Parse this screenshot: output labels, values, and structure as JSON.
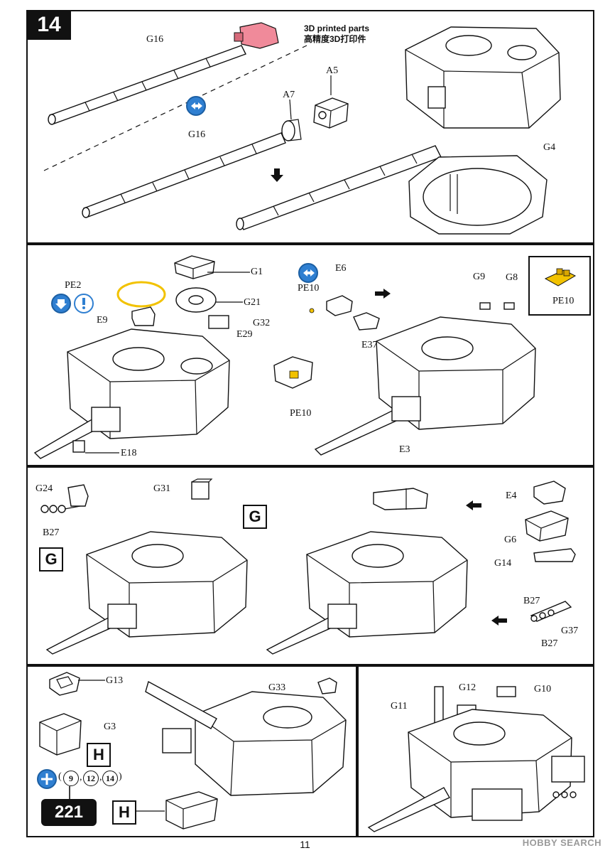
{
  "step": {
    "number": "14"
  },
  "print_note": {
    "line1": "3D printed parts",
    "line2": "高精度3D打印件"
  },
  "panel1": {
    "labels": {
      "g16_top": "G16",
      "g16_mid": "G16",
      "a5": "A5",
      "a7": "A7",
      "g4": "G4"
    }
  },
  "panel2": {
    "labels": {
      "pe2": "PE2",
      "g1": "G1",
      "g21": "G21",
      "e9": "E9",
      "g32": "G32",
      "e29": "E29",
      "e18": "E18",
      "e6": "E6",
      "pe10_a": "PE10",
      "e37": "E37",
      "g9": "G9",
      "g8": "G8",
      "pe10_b": "PE10",
      "e3": "E3",
      "pe10_box": "PE10"
    }
  },
  "panel3": {
    "labels": {
      "g24": "G24",
      "b27_left": "B27",
      "g31": "G31",
      "e4": "E4",
      "g6": "G6",
      "g14": "G14",
      "b27_a": "B27",
      "g37": "G37",
      "b27_b": "B27"
    },
    "box_letters": {
      "g_left": "G",
      "g_mid": "G"
    }
  },
  "panel4": {
    "labels": {
      "g13": "G13",
      "g3": "G3",
      "g33": "G33"
    },
    "box_letters": {
      "h_left": "H",
      "h_bottom": "H"
    },
    "refs": [
      "9",
      "12",
      "14"
    ],
    "ref_badge": "221"
  },
  "panel5": {
    "labels": {
      "g12": "G12",
      "g11": "G11",
      "g10": "G10"
    }
  },
  "footer": {
    "page_number": "11",
    "watermark": "HOBBY SEARCH"
  },
  "colors": {
    "pe_yellow": "#f2c200",
    "printed_pink": "#f08a9a",
    "icon_blue": "#2f7fd1"
  },
  "icons": [
    "double-arrow-icon",
    "down-arrow-icon",
    "exclamation-icon",
    "glue-icon"
  ]
}
